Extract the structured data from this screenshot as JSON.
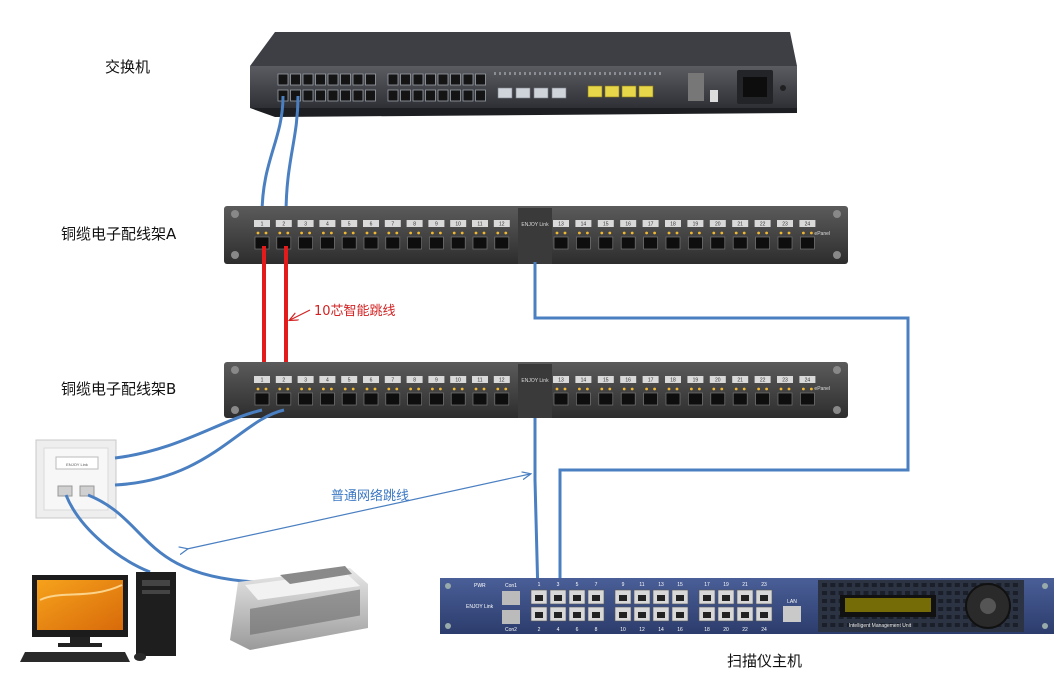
{
  "labels": {
    "switch": "交换机",
    "panel_a": "铜缆电子配线架A",
    "panel_b": "铜缆电子配线架B",
    "smart_patch": "10芯智能跳线",
    "normal_patch": "普通网络跳线",
    "scanner": "扫描仪主机"
  },
  "panel_text": {
    "brand": "ENJOY Link",
    "epanel": "ePanel",
    "port_numbers": [
      "1",
      "2",
      "3",
      "4",
      "5",
      "6",
      "7",
      "8",
      "9",
      "10",
      "11",
      "12",
      "13",
      "14",
      "15",
      "16",
      "17",
      "18",
      "19",
      "20",
      "21",
      "22",
      "23",
      "24"
    ]
  },
  "scanner_text": {
    "pwr": "PWR",
    "con1": "Con1",
    "con2": "Con2",
    "brand": "ENJOY Link",
    "lan": "LAN",
    "top_numbers": [
      "1",
      "3",
      "5",
      "7",
      "9",
      "11",
      "13",
      "15",
      "17",
      "19",
      "21",
      "23"
    ],
    "bottom_numbers": [
      "2",
      "4",
      "6",
      "8",
      "10",
      "12",
      "14",
      "16",
      "18",
      "20",
      "22",
      "24"
    ],
    "imu": "Intelligent Management Unit"
  },
  "wall_plate": {
    "brand": "ENJOY Link"
  },
  "colors": {
    "cable_blue": "#4a7fc1",
    "cable_red": "#e31b1b",
    "panel_body": "#4a4a4a",
    "scanner_body": "#3b4f86"
  }
}
